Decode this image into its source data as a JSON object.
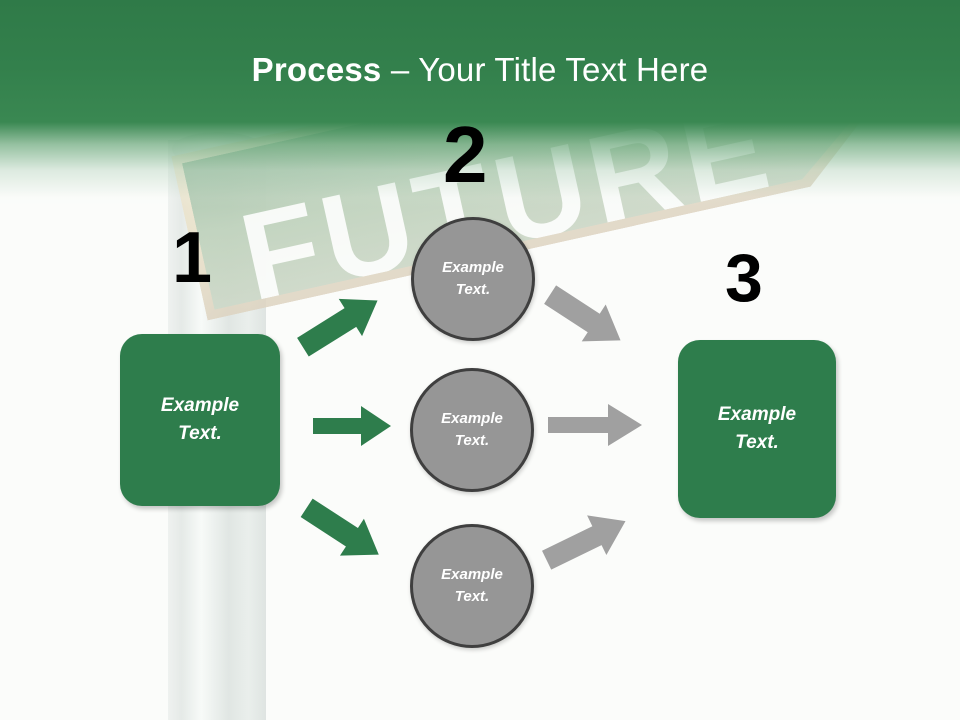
{
  "slide": {
    "title_strong": "Process",
    "title_separator": " – ",
    "title_rest": "Your Title Text Here",
    "background_sign_text": "FUTURE",
    "colors": {
      "header_green": "#2f7a48",
      "box_green": "#2e7d4c",
      "circle_gray": "#969696",
      "circle_border": "#3f3f3f",
      "arrow_green": "#2e7d4c",
      "arrow_gray": "#a0a0a0",
      "number_black": "#000000",
      "text_white": "#ffffff",
      "canvas": "#fbfcfa"
    }
  },
  "steps": {
    "one": "1",
    "two": "2",
    "three": "3"
  },
  "boxes": {
    "start": {
      "label": "Example\nText."
    },
    "end": {
      "label": "Example\nText."
    }
  },
  "circles": [
    {
      "label": "Example\nText."
    },
    {
      "label": "Example\nText."
    },
    {
      "label": "Example\nText."
    }
  ],
  "arrows": {
    "green_up": {
      "icon": "arrow-up-right-icon",
      "color": "#2e7d4c"
    },
    "green_right": {
      "icon": "arrow-right-icon",
      "color": "#2e7d4c"
    },
    "green_down": {
      "icon": "arrow-down-right-icon",
      "color": "#2e7d4c"
    },
    "gray_down": {
      "icon": "arrow-down-right-icon",
      "color": "#a0a0a0"
    },
    "gray_right": {
      "icon": "arrow-right-icon",
      "color": "#a0a0a0"
    },
    "gray_up": {
      "icon": "arrow-up-right-icon",
      "color": "#a0a0a0"
    }
  }
}
